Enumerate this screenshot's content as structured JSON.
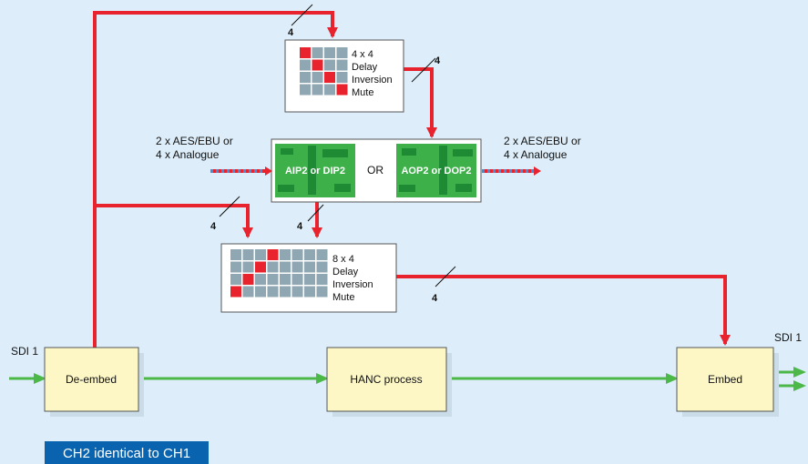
{
  "blocks": {
    "deembed": "De-embed",
    "hanc": "HANC process",
    "embed": "Embed"
  },
  "io": {
    "sdi_in": "SDI 1",
    "sdi_out": "SDI 1"
  },
  "matrix_top": {
    "lines": [
      "4 x 4",
      "Delay",
      "Inversion",
      "Mute"
    ]
  },
  "matrix_bottom": {
    "lines": [
      "8 x 4",
      "Delay",
      "Inversion",
      "Mute"
    ]
  },
  "boards": {
    "input": "AIP2 or DIP2",
    "or": "OR",
    "output": "AOP2 or DOP2"
  },
  "audio_in": {
    "lines": [
      "2 x AES/EBU or",
      "4 x Analogue"
    ]
  },
  "audio_out": {
    "lines": [
      "2 x AES/EBU or",
      "4 x Analogue"
    ]
  },
  "bus_labels": {
    "top_in": "4",
    "top_out": "4",
    "mid_left": "4",
    "mid_center": "4",
    "right": "4"
  },
  "banner": "CH2 identical to CH1",
  "colors": {
    "background": "#ddeefa",
    "red_line": "#e8232e",
    "green_line": "#4cb848",
    "box_fill": "#fdf7c6",
    "board_fill": "#3db04a",
    "banner_fill": "#0a63ae",
    "grid_cell": "#8fa7b2",
    "grid_active": "#e8232e"
  }
}
